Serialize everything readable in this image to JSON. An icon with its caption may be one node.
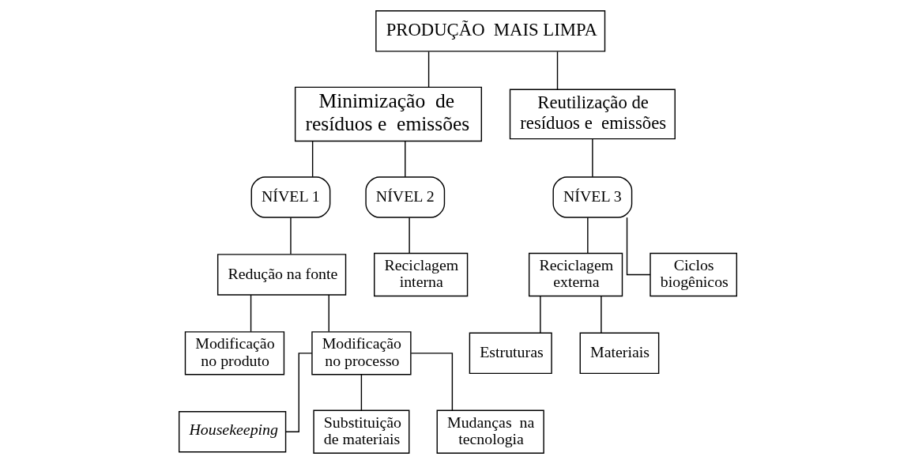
{
  "diagram": {
    "nodes": [
      {
        "text": [
          "PRODUÇÃO  MAIS LIMPA"
        ]
      },
      {
        "text": [
          "Minimização  de resíduos e  emissões"
        ]
      },
      {
        "text": [
          "Reutilização de resíduos e  emissões"
        ]
      },
      {
        "text": [
          "NÍVEL 1"
        ]
      },
      {
        "text": [
          "NÍVEL 2"
        ]
      },
      {
        "text": [
          "NÍVEL 3"
        ]
      },
      {
        "text": [
          "Redução na fonte"
        ]
      },
      {
        "text": [
          "Reciclagem interna"
        ]
      },
      {
        "text": [
          "Reciclagem externa"
        ]
      },
      {
        "text": [
          "Ciclos biogênicos"
        ]
      },
      {
        "text": [
          "Modificação no produto"
        ]
      },
      {
        "text": [
          "Modificação no processo"
        ]
      },
      {
        "text": [
          "Estruturas"
        ]
      },
      {
        "text": [
          "Materiais"
        ]
      },
      {
        "text": [
          "Housekeeping"
        ]
      },
      {
        "text": [
          "Substituição de materiais"
        ]
      },
      {
        "text": [
          "Mudanças  na tecnologia"
        ]
      }
    ],
    "edges": [
      {
        "from": 0,
        "to": 1,
        "arrow": "none"
      },
      {
        "from": 0,
        "to": 2,
        "arrow": "none"
      },
      {
        "from": 1,
        "to": 3,
        "arrow": "none"
      },
      {
        "from": 1,
        "to": 4,
        "arrow": "none"
      },
      {
        "from": 2,
        "to": 5,
        "arrow": "none"
      },
      {
        "from": 3,
        "to": 6,
        "arrow": "none"
      },
      {
        "from": 4,
        "to": 7,
        "arrow": "none"
      },
      {
        "from": 5,
        "to": 8,
        "arrow": "none"
      },
      {
        "from": 5,
        "to": 9,
        "arrow": "none"
      },
      {
        "from": 6,
        "to": 10,
        "arrow": "none"
      },
      {
        "from": 6,
        "to": 11,
        "arrow": "none"
      },
      {
        "from": 8,
        "to": 12,
        "arrow": "none"
      },
      {
        "from": 8,
        "to": 13,
        "arrow": "none"
      },
      {
        "from": 11,
        "to": 14,
        "arrow": "none"
      },
      {
        "from": 11,
        "to": 15,
        "arrow": "none"
      },
      {
        "from": 11,
        "to": 16,
        "arrow": "none"
      }
    ]
  }
}
